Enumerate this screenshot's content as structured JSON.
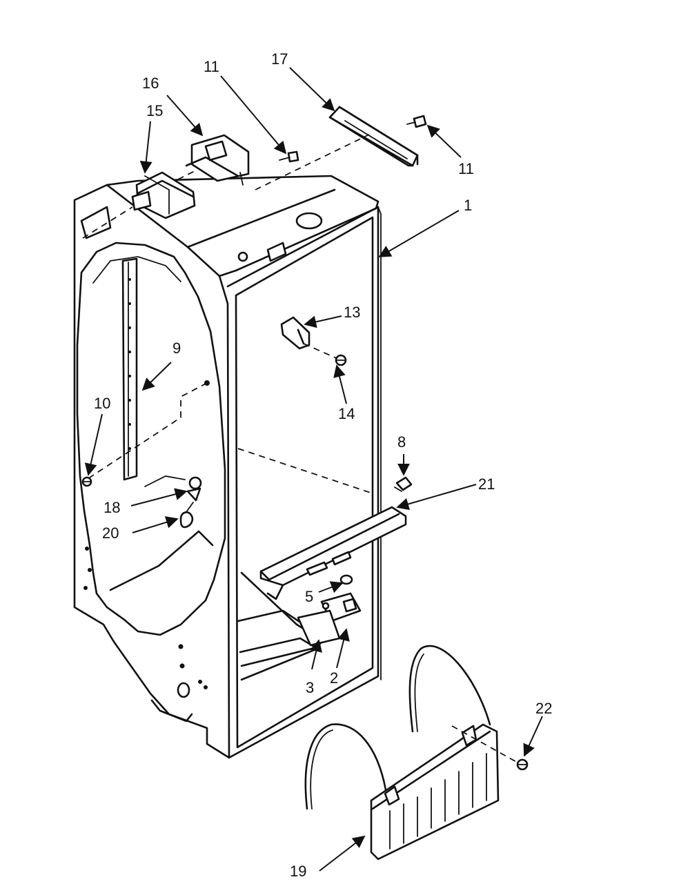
{
  "colors": {
    "line": "#111111",
    "background": "#ffffff"
  },
  "callouts": [
    {
      "id": "c1",
      "label": "1"
    },
    {
      "id": "c2",
      "label": "2"
    },
    {
      "id": "c3",
      "label": "3"
    },
    {
      "id": "c5",
      "label": "5"
    },
    {
      "id": "c8",
      "label": "8"
    },
    {
      "id": "c9",
      "label": "9"
    },
    {
      "id": "c10",
      "label": "10"
    },
    {
      "id": "c11a",
      "label": "11"
    },
    {
      "id": "c11b",
      "label": "11"
    },
    {
      "id": "c13",
      "label": "13"
    },
    {
      "id": "c14",
      "label": "14"
    },
    {
      "id": "c15",
      "label": "15"
    },
    {
      "id": "c16",
      "label": "16"
    },
    {
      "id": "c17",
      "label": "17"
    },
    {
      "id": "c18",
      "label": "18"
    },
    {
      "id": "c19",
      "label": "19"
    },
    {
      "id": "c20",
      "label": "20"
    },
    {
      "id": "c21",
      "label": "21"
    },
    {
      "id": "c22",
      "label": "22"
    }
  ]
}
